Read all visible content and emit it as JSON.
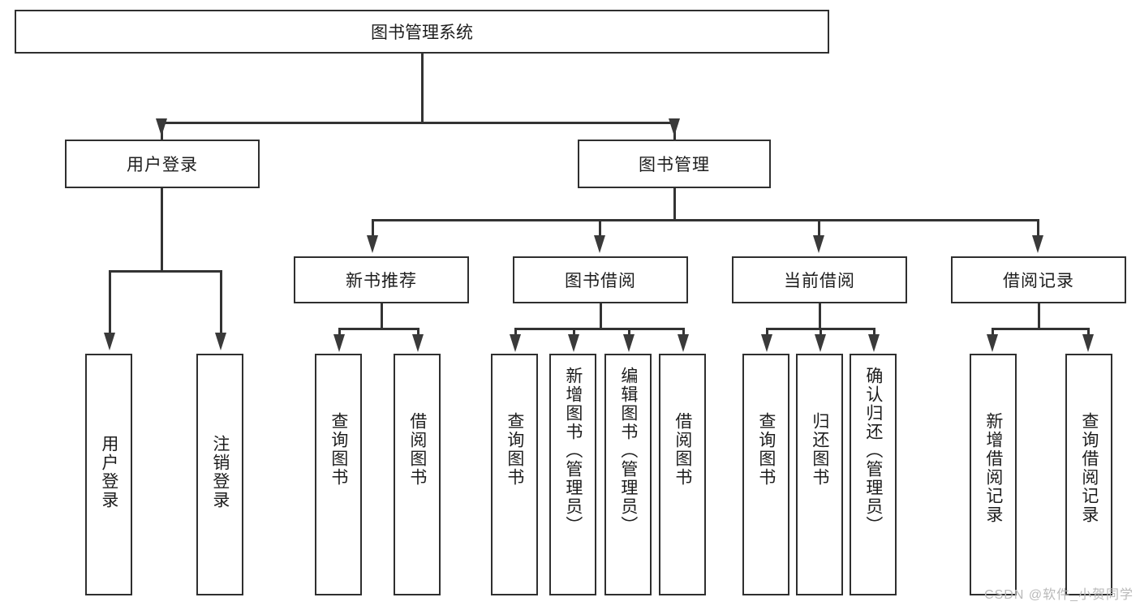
{
  "diagram": {
    "title": "图书管理系统",
    "watermark": "CSDN @软件_小贺同学",
    "colors": {
      "box_border": "#2f2f2f",
      "line": "#333333",
      "arrow": "#3a3a3a",
      "text": "#1d1d1d",
      "watermark": "#b9b9b9"
    },
    "level1": {
      "label": "图书管理系统"
    },
    "level2": [
      {
        "label": "用户登录"
      },
      {
        "label": "图书管理"
      }
    ],
    "level3": [
      {
        "label": "新书推荐"
      },
      {
        "label": "图书借阅"
      },
      {
        "label": "当前借阅"
      },
      {
        "label": "借阅记录"
      }
    ],
    "leaves": {
      "user_login": [
        {
          "label": "用户登录"
        },
        {
          "label": "注销登录"
        }
      ],
      "new_book": [
        {
          "label": "查询图书"
        },
        {
          "label": "借阅图书"
        }
      ],
      "book_borrow": [
        {
          "label": "查询图书"
        },
        {
          "label": "新增图书（管理员）"
        },
        {
          "label": "编辑图书（管理员）"
        },
        {
          "label": "借阅图书"
        }
      ],
      "current_borrow": [
        {
          "label": "查询图书"
        },
        {
          "label": "归还图书"
        },
        {
          "label": "确认归还（管理员）"
        }
      ],
      "borrow_record": [
        {
          "label": "新增借阅记录"
        },
        {
          "label": "查询借阅记录"
        }
      ]
    }
  }
}
